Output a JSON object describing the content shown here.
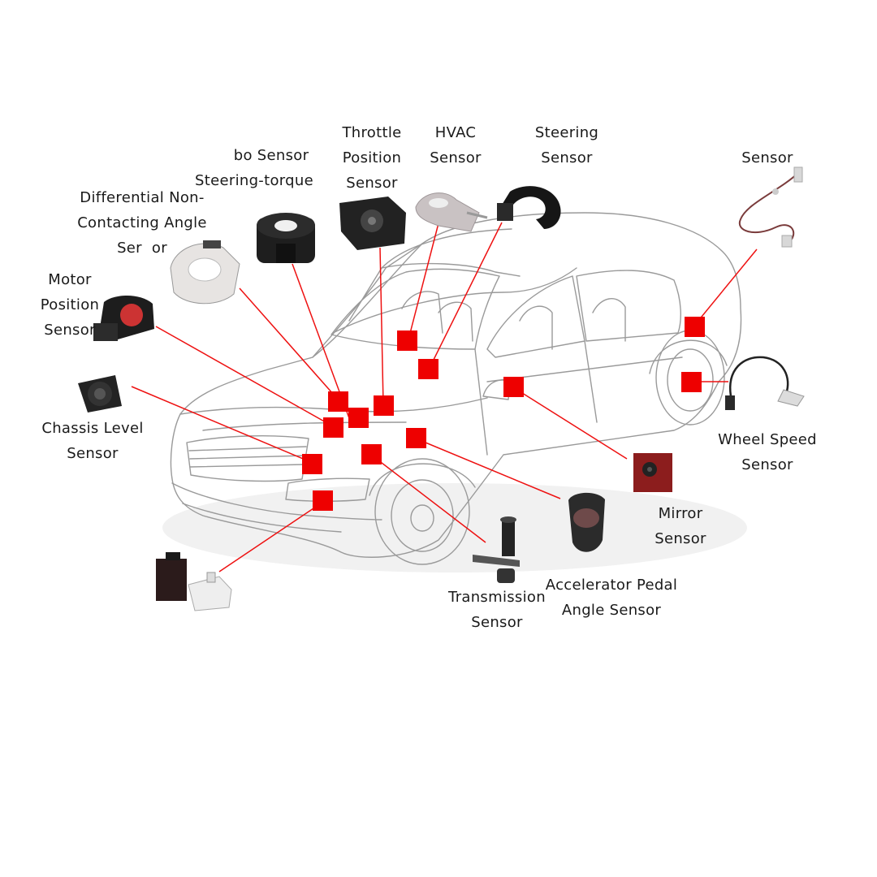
{
  "colors": {
    "marker": "#ee0000",
    "leader": "#ee1111",
    "car_outline": "#9a9a9a",
    "text": "#1a1a1a",
    "background": "#ffffff"
  },
  "labels": {
    "turbo": [
      "bo Sensor",
      "Steering-torque"
    ],
    "throttle": [
      "Throttle",
      "Position",
      "Sensor"
    ],
    "hvac": [
      "HVAC",
      "Sensor"
    ],
    "steering": [
      "Steering",
      "Sensor"
    ],
    "sensor_top_right": [
      "Sensor"
    ],
    "differential": [
      "Differential Non-",
      "Contacting Angle",
      "Ser  or"
    ],
    "motor": [
      "Motor",
      "Position",
      "Sensor"
    ],
    "chassis": [
      "Chassis Level",
      "Sensor"
    ],
    "wheel": [
      "Wheel Speed",
      "Sensor"
    ],
    "mirror": [
      "Mirror",
      "Sensor"
    ],
    "accelerator": [
      "Accelerator Pedal",
      "Angle Sensor"
    ],
    "transmission": [
      "Transmission",
      "Sensor"
    ]
  },
  "icons": [
    "steering-torque-sensor-icon",
    "throttle-position-sensor-icon",
    "hvac-sensor-icon",
    "steering-sensor-icon",
    "cable-sensor-icon",
    "differential-angle-sensor-icon",
    "motor-position-sensor-icon",
    "chassis-level-sensor-icon",
    "wheel-speed-sensor-icon",
    "mirror-sensor-icon",
    "accelerator-pedal-sensor-icon",
    "transmission-sensor-icon",
    "connector-sensor-icon"
  ]
}
